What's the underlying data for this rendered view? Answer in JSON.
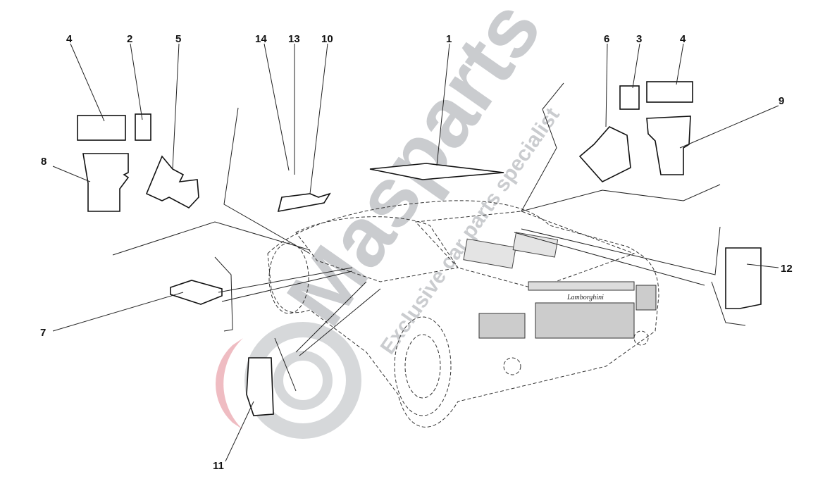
{
  "diagram": {
    "callouts": [
      "1",
      "2",
      "3",
      "4",
      "4",
      "5",
      "6",
      "7",
      "8",
      "9",
      "10",
      "11",
      "12",
      "13",
      "14"
    ],
    "car_badge": "Lamborghini",
    "watermark": {
      "brand": "Masparts",
      "tagline": "Exclusive car parts specialist"
    },
    "colors": {
      "line": "#222222",
      "watermark": "#b9bcc0",
      "watermark_accent": "#e8a0a8"
    }
  }
}
